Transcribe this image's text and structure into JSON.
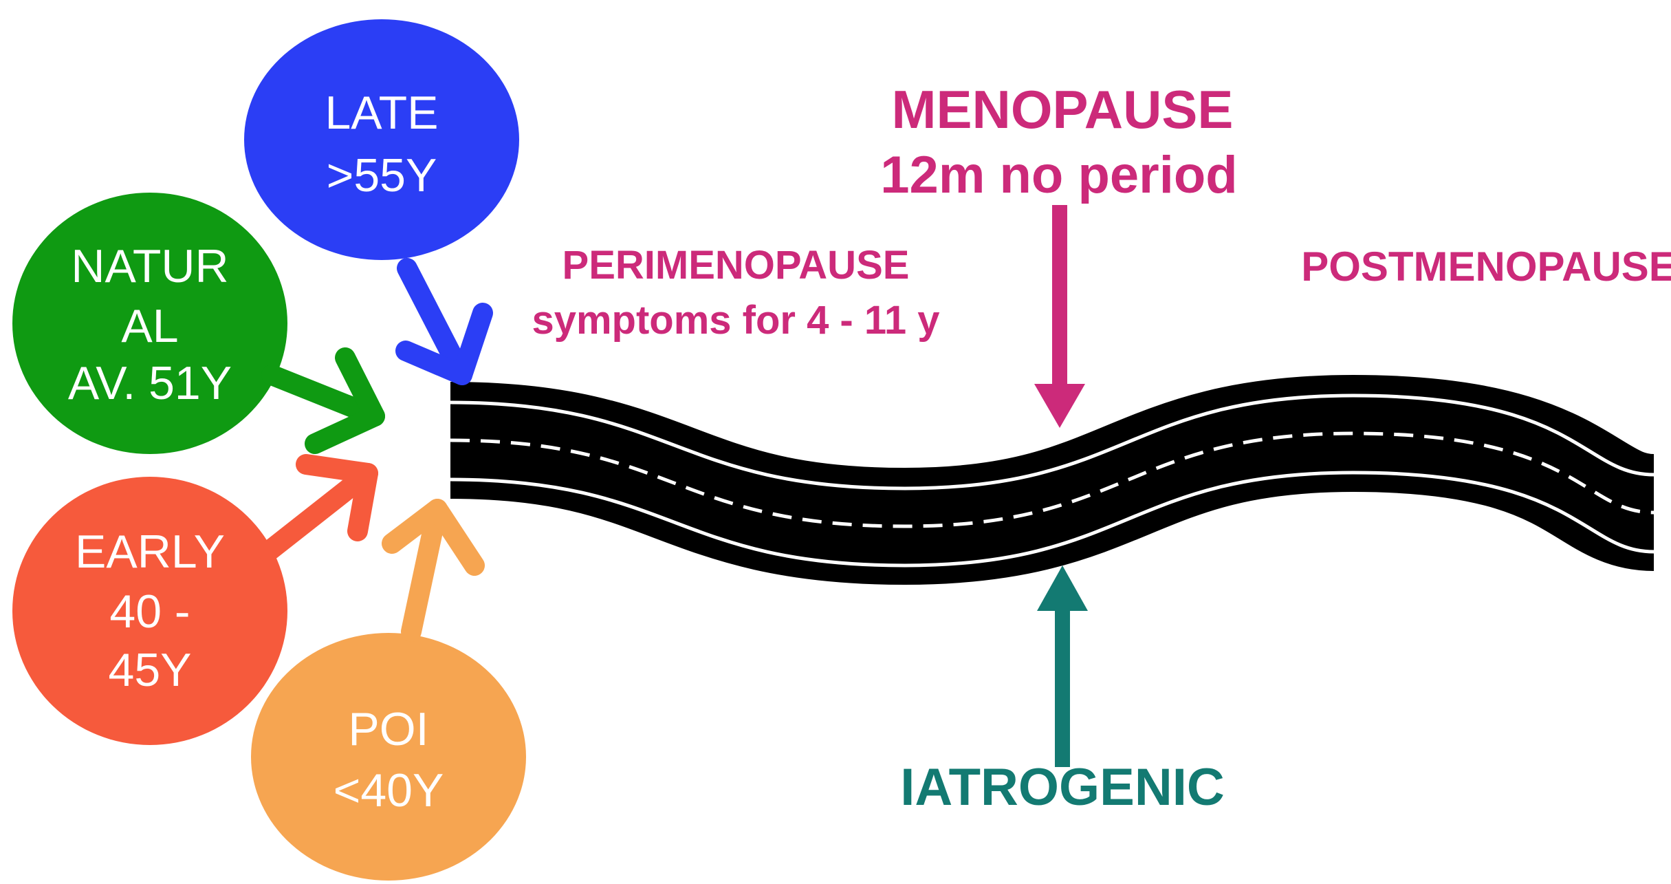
{
  "colors": {
    "late": "#2b3ef5",
    "natural": "#0f9a12",
    "early": "#f65a3c",
    "poi": "#f6a551",
    "pink": "#cc2a7a",
    "teal": "#137a72",
    "road": "#000000",
    "road_lines": "#ffffff"
  },
  "circles": {
    "late": {
      "lines": [
        "LATE",
        ">55Y"
      ]
    },
    "natural": {
      "lines": [
        "NATUR",
        "AL",
        "AV. 51Y"
      ]
    },
    "early": {
      "lines": [
        "EARLY",
        "40 -",
        "45Y"
      ]
    },
    "poi": {
      "lines": [
        "POI",
        "<40Y"
      ]
    }
  },
  "labels": {
    "menopause_title": "MENOPAUSE",
    "menopause_sub": "12m no period",
    "perimenopause_title": "PERIMENOPAUSE",
    "perimenopause_sub": "symptoms for 4 - 11 y",
    "postmenopause": "POSTMENOPAUSE",
    "iatrogenic": "IATROGENIC"
  },
  "icons": {
    "arrows": [
      "arrow-late-icon",
      "arrow-natural-icon",
      "arrow-early-icon",
      "arrow-poi-icon",
      "arrow-menopause-icon",
      "arrow-iatrogenic-icon"
    ],
    "road": "road-icon"
  }
}
